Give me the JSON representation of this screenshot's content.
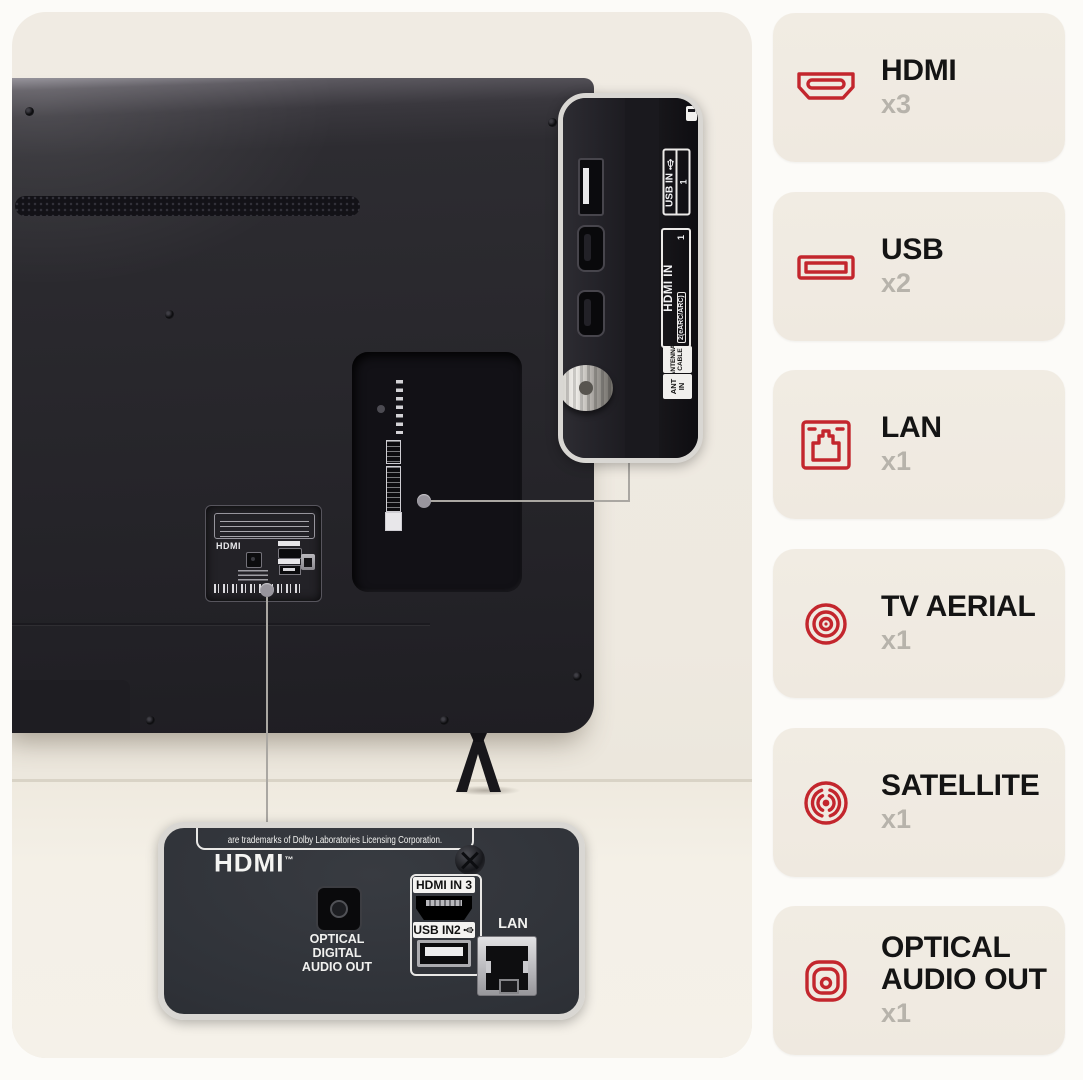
{
  "colors": {
    "accent_red": "#c3262d",
    "card_bg": "#f0ebe2",
    "wall": "#efeae1",
    "count_gray": "#b7b3ab"
  },
  "cards": [
    {
      "label": "HDMI",
      "count": "x3"
    },
    {
      "label": "USB",
      "count": "x2"
    },
    {
      "label": "LAN",
      "count": "x1"
    },
    {
      "label": "TV AERIAL",
      "count": "x1"
    },
    {
      "label": "SATELLITE",
      "count": "x1"
    },
    {
      "label": "OPTICAL AUDIO OUT",
      "count": "x1"
    }
  ],
  "side_inset": {
    "usb_label": "USB IN",
    "usb_number": "1",
    "hdmi_label": "HDMI IN",
    "hdmi_number": "1",
    "hdmi_sub": "2(eARC/ARC)",
    "antenna_line1": "ANTENNA/",
    "antenna_line2": "CABLE",
    "ant_line1": "ANT",
    "ant_line2": "IN"
  },
  "bottom_inset": {
    "dolby_text": "are trademarks of Dolby Laboratories Licensing Corporation.",
    "hdmi_logo": "HDMI",
    "hdmi_tm": "™",
    "optical_line1": "OPTICAL",
    "optical_line2": "DIGITAL",
    "optical_line3": "AUDIO OUT",
    "hdmi_port_label": "HDMI IN 3",
    "usb_port_label": "USB IN2",
    "lan_label": "LAN"
  },
  "tv_plate": {
    "hdmi_text": "HDMI"
  }
}
